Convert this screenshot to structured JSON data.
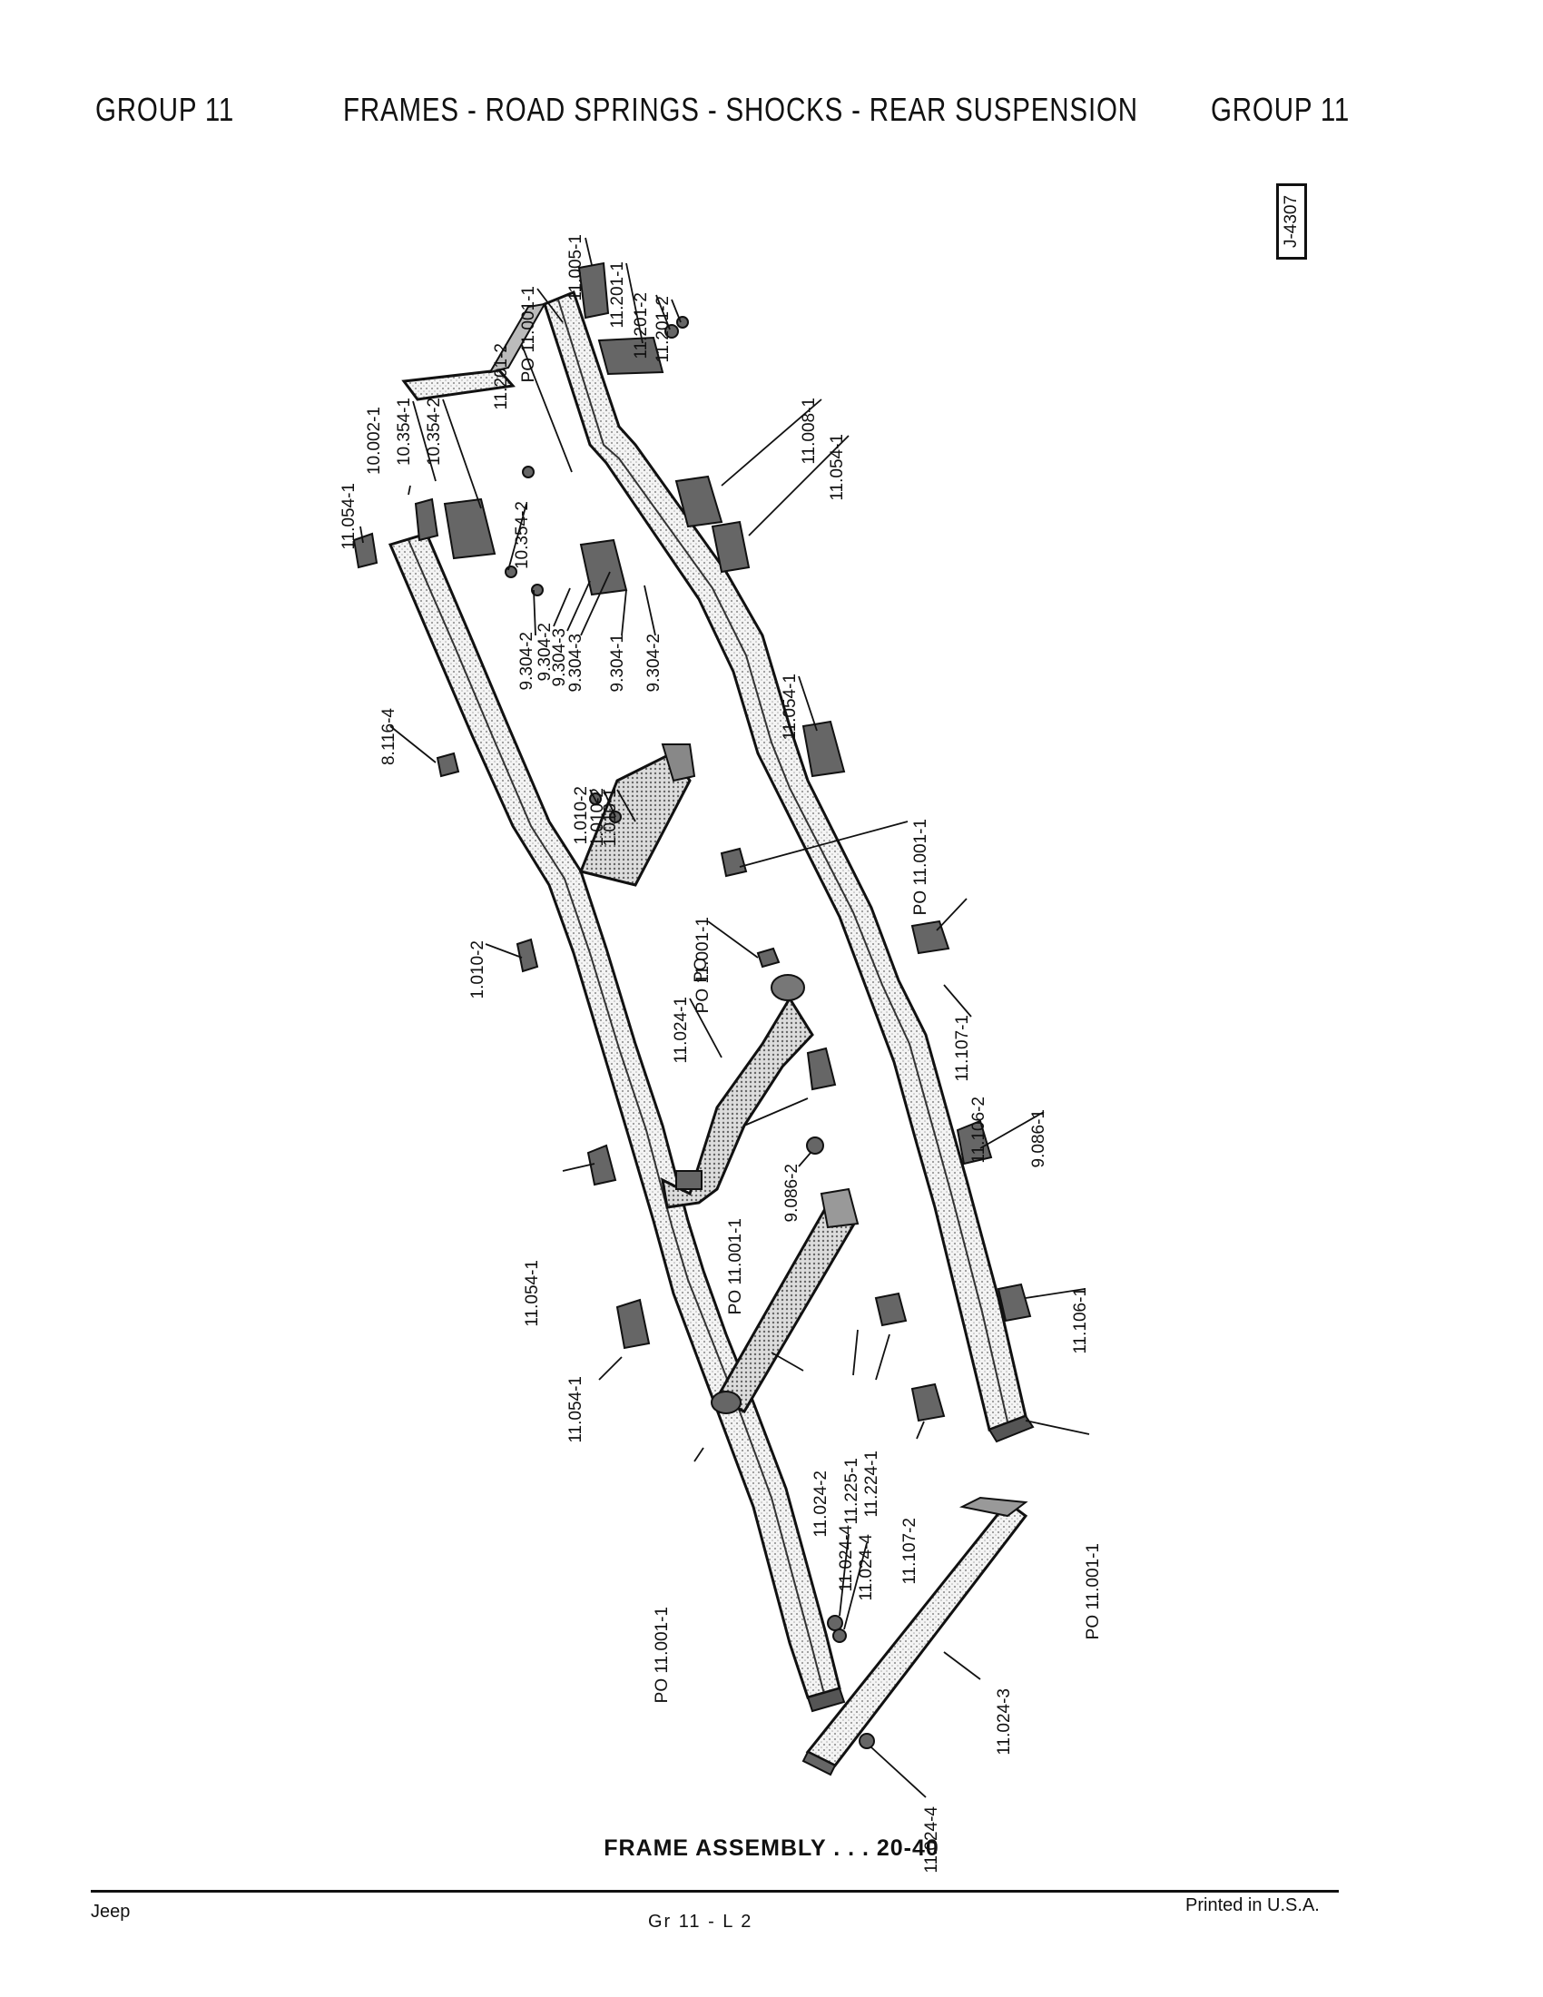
{
  "header": {
    "left": "GROUP 11",
    "center": "FRAMES - ROAD SPRINGS - SHOCKS - REAR SUSPENSION",
    "right": "GROUP 11"
  },
  "figure_id": "J-4307",
  "callouts": [
    "PO 11.001-1",
    "11.005-1",
    "11.201-1",
    "11.201-2",
    "11.201-2",
    "11.201-2",
    "10.354-1",
    "10.354-2",
    "10.002-1",
    "11.054-1",
    "10.354-2",
    "11.008-1",
    "11.054-1",
    "9.304-2",
    "9.304-2",
    "9.304-3",
    "9.304-3",
    "9.304-1",
    "9.304-2",
    "8.116-4",
    "11.054-1",
    "1.010-2",
    "1.010-2",
    "1.010-1",
    "PO 11.001-1",
    "PO 11.001-1",
    "1.010-2",
    "PO",
    "11.024-1",
    "11.107-1",
    "11.106-2",
    "9.086-1",
    "PO 11.001-1",
    "9.086-2",
    "11.054-1",
    "11.106-1",
    "11.054-1",
    "11.024-2",
    "11.225-1",
    "11.224-1",
    "11.107-2",
    "PO 11.001-1",
    "PO 11.001-1",
    "11.024-4",
    "11.024-4",
    "11.024-3",
    "11.024-4"
  ],
  "caption": "FRAME ASSEMBLY . . . 20-40",
  "footer": {
    "left": "Jeep",
    "center": "Gr 11 - L 2",
    "right": "Printed in U.S.A."
  }
}
